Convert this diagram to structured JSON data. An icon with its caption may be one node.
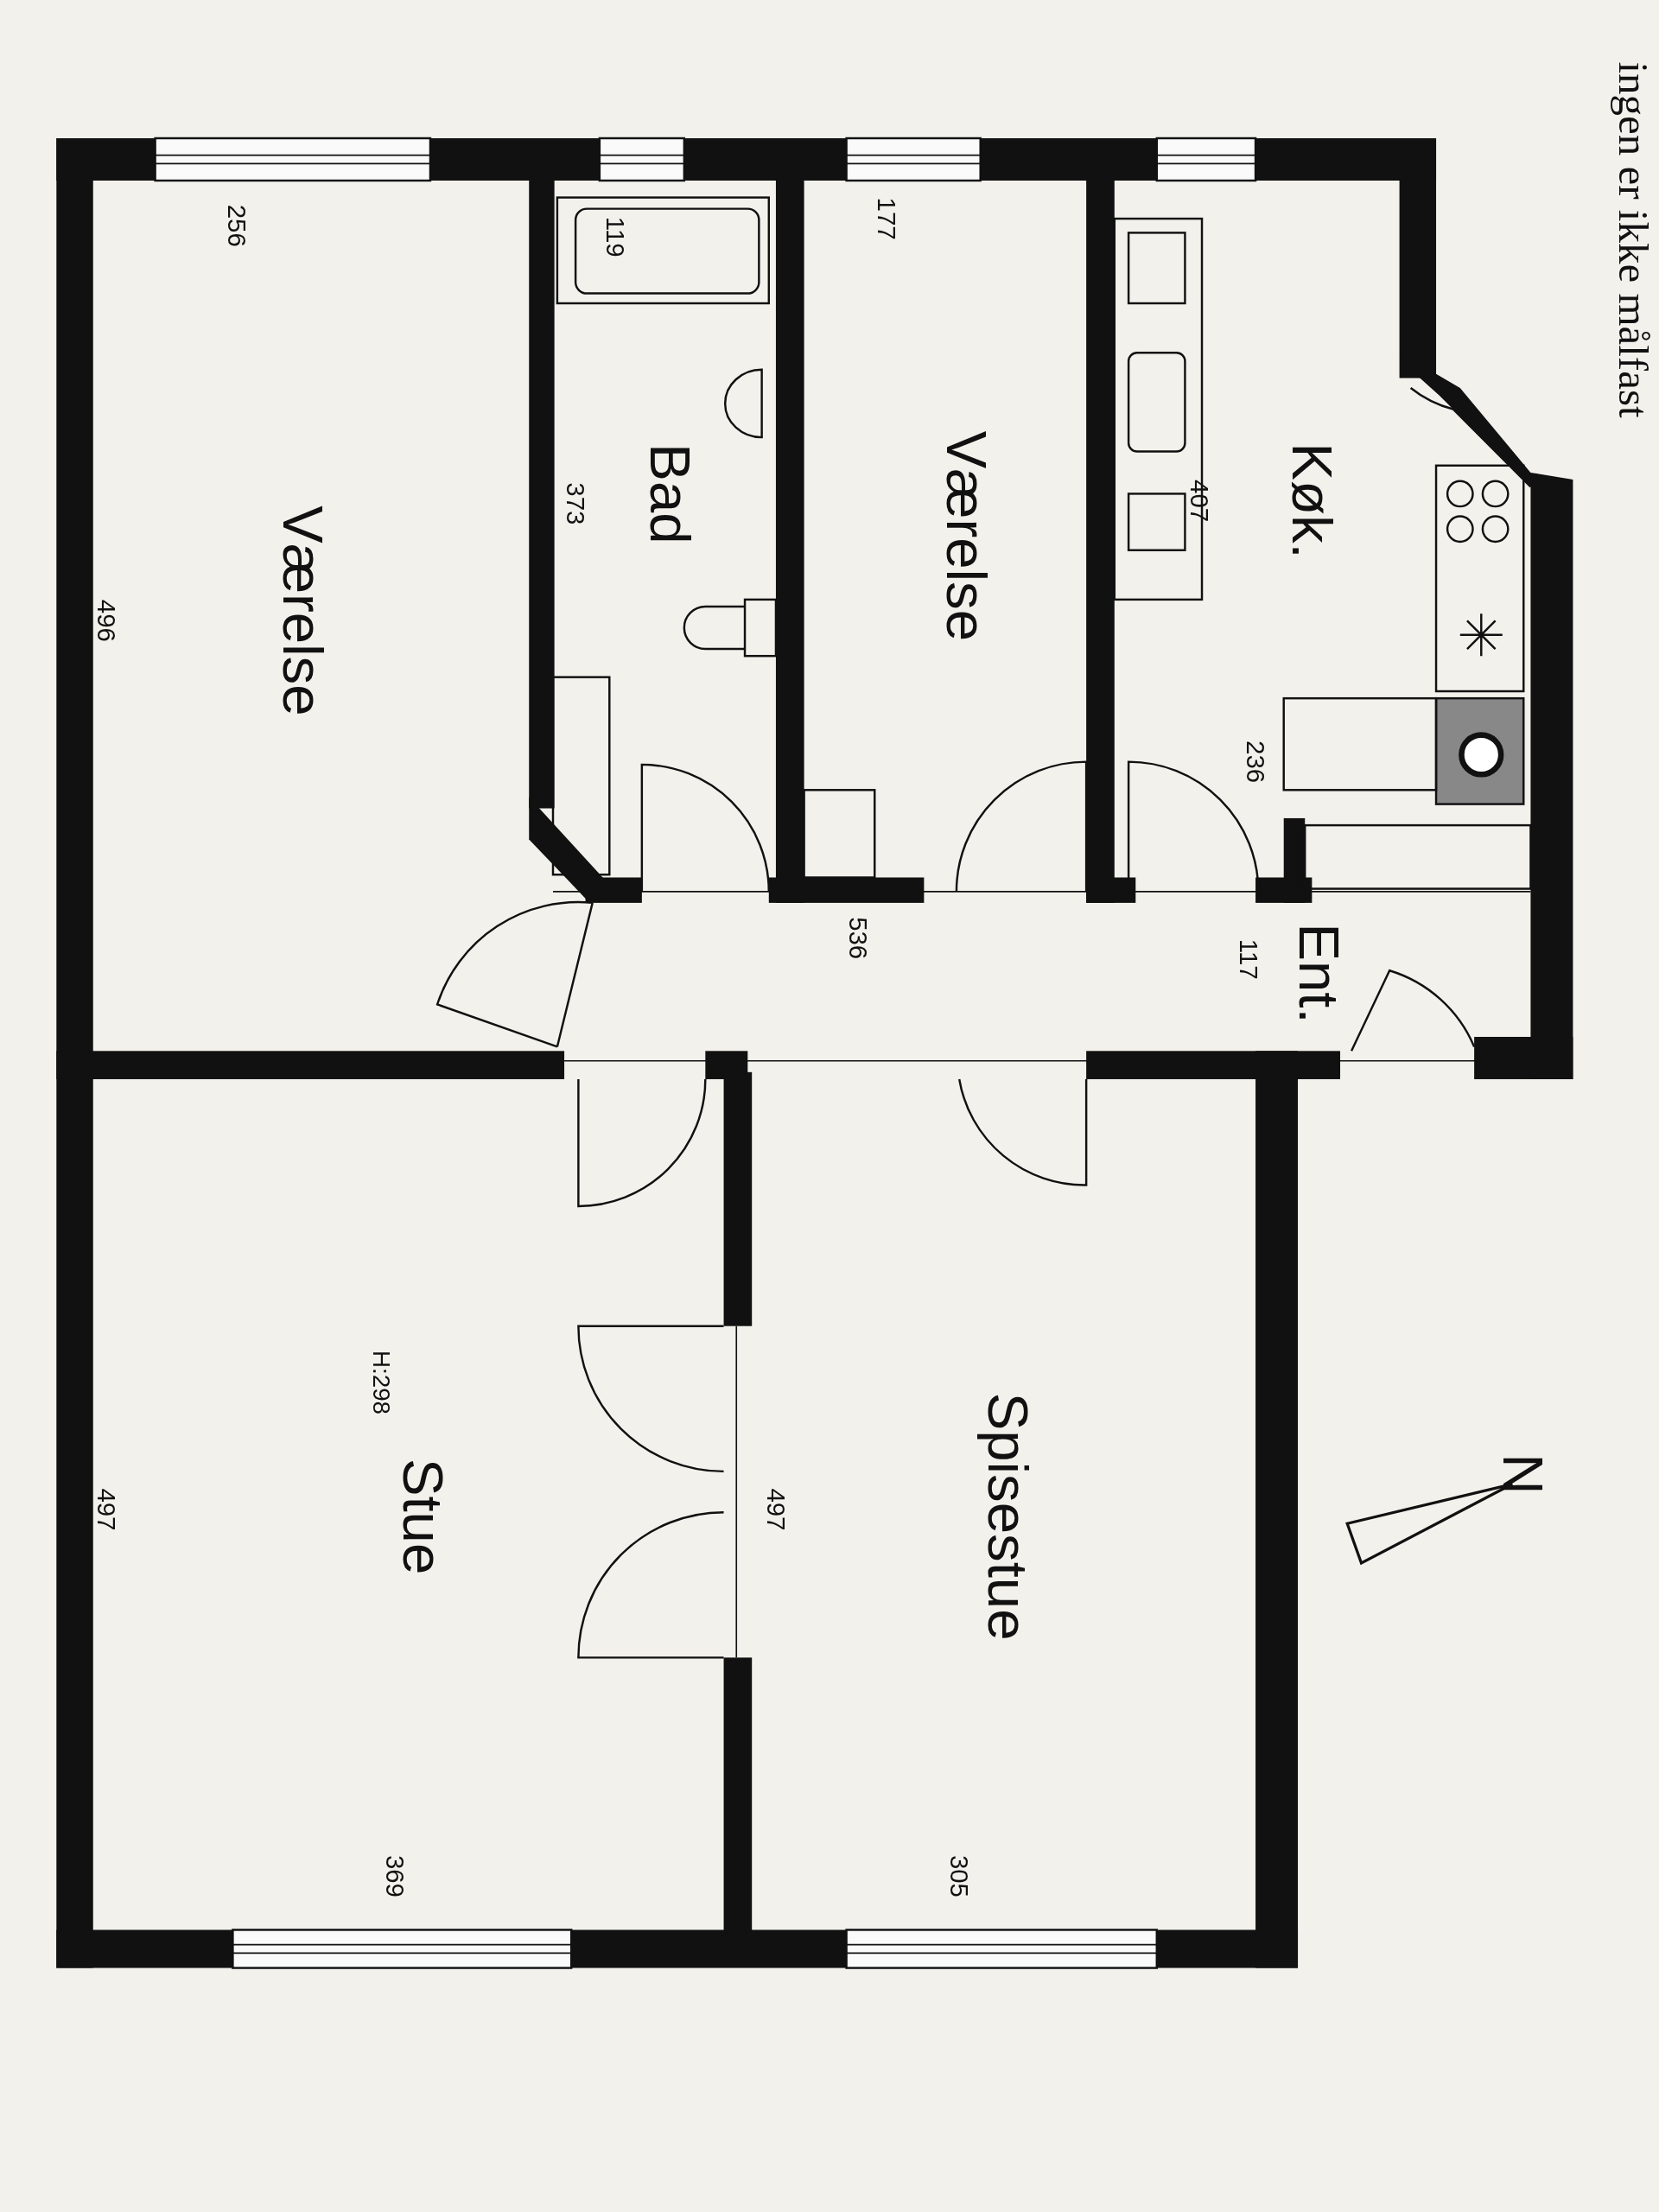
{
  "diagram": {
    "nodes": [
      {
        "text": [
          "Værelse"
        ]
      },
      {
        "text": [
          "Bad"
        ]
      },
      {
        "text": [
          "Værelse"
        ]
      },
      {
        "text": [
          "Køk."
        ]
      },
      {
        "text": [
          "Ent."
        ]
      },
      {
        "text": [
          "Stue",
          "H:298"
        ]
      },
      {
        "text": [
          "Spisestue"
        ]
      }
    ],
    "edges": [],
    "labels": [
      "ingen er ikke målfast",
      "256",
      "496",
      "119",
      "373",
      "177",
      "407",
      "236",
      "536",
      "117",
      "497",
      "497",
      "305",
      "369",
      "N"
    ]
  }
}
